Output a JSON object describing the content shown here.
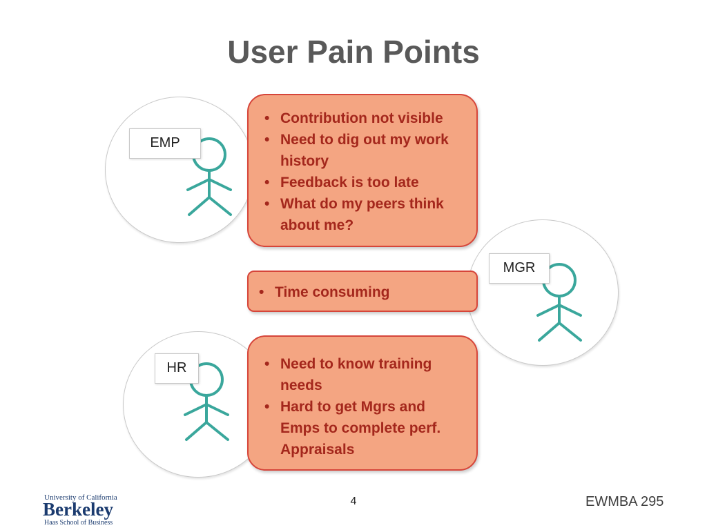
{
  "slide": {
    "title": "User Pain Points",
    "page_number": "4",
    "course_code": "EWMBA 295"
  },
  "logo": {
    "top_line": "University of California",
    "main": "Berkeley",
    "sub_line": "Haas School of Business"
  },
  "personas": [
    {
      "role": "EMP",
      "pain_points": [
        "Contribution not visible",
        "Need to dig out my work history",
        "Feedback is too late",
        "What do my peers think about me?"
      ]
    },
    {
      "role": "MGR",
      "pain_points": [
        "Time consuming"
      ]
    },
    {
      "role": "HR",
      "pain_points": [
        "Need to know training needs",
        "Hard to get Mgrs and Emps to complete perf. Appraisals"
      ]
    }
  ],
  "colors": {
    "title": "#595959",
    "bubble_fill": "#f4a582",
    "bubble_border": "#d6453a",
    "bubble_text": "#a4271c",
    "stick_figure": "#3aa79c"
  }
}
